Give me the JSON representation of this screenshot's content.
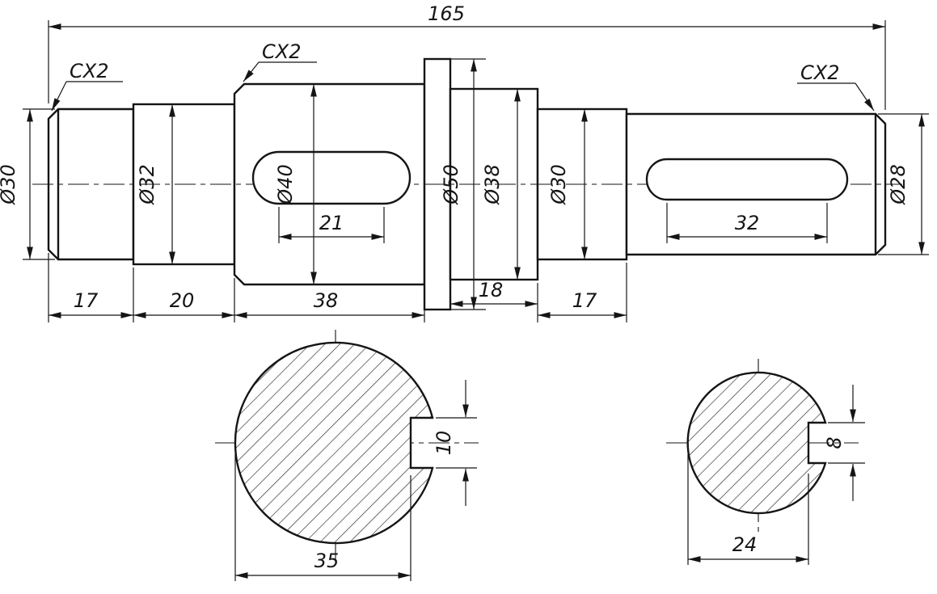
{
  "drawing": {
    "kind": "stepped-shaft-technical-drawing",
    "line_color": "#151515",
    "background_color": "#ffffff",
    "overall_length": "165",
    "chamfers": {
      "left": "CX2",
      "middle": "CX2",
      "right": "CX2"
    },
    "diameters": {
      "step1": "Ø30",
      "step2": "Ø32",
      "step3": "Ø40",
      "flange": "Ø50",
      "step4": "Ø38",
      "step5": "Ø30",
      "step6": "Ø28"
    },
    "lengths": {
      "step1": "17",
      "step2": "20",
      "step3": "38",
      "step4": "18",
      "step5": "17"
    },
    "keyways": {
      "step3_length": "21",
      "step6_length": "32"
    },
    "cross_sections": {
      "left": {
        "across_flat": "35",
        "keyway_width": "10"
      },
      "right": {
        "across_flat": "24",
        "keyway_width": "8"
      }
    }
  }
}
